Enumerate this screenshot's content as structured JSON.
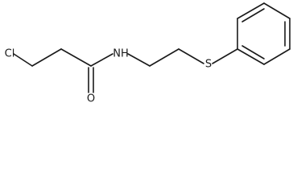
{
  "structure": {
    "atoms": {
      "cl": "Cl",
      "nh": "NH",
      "o": "O",
      "s": "S"
    }
  }
}
